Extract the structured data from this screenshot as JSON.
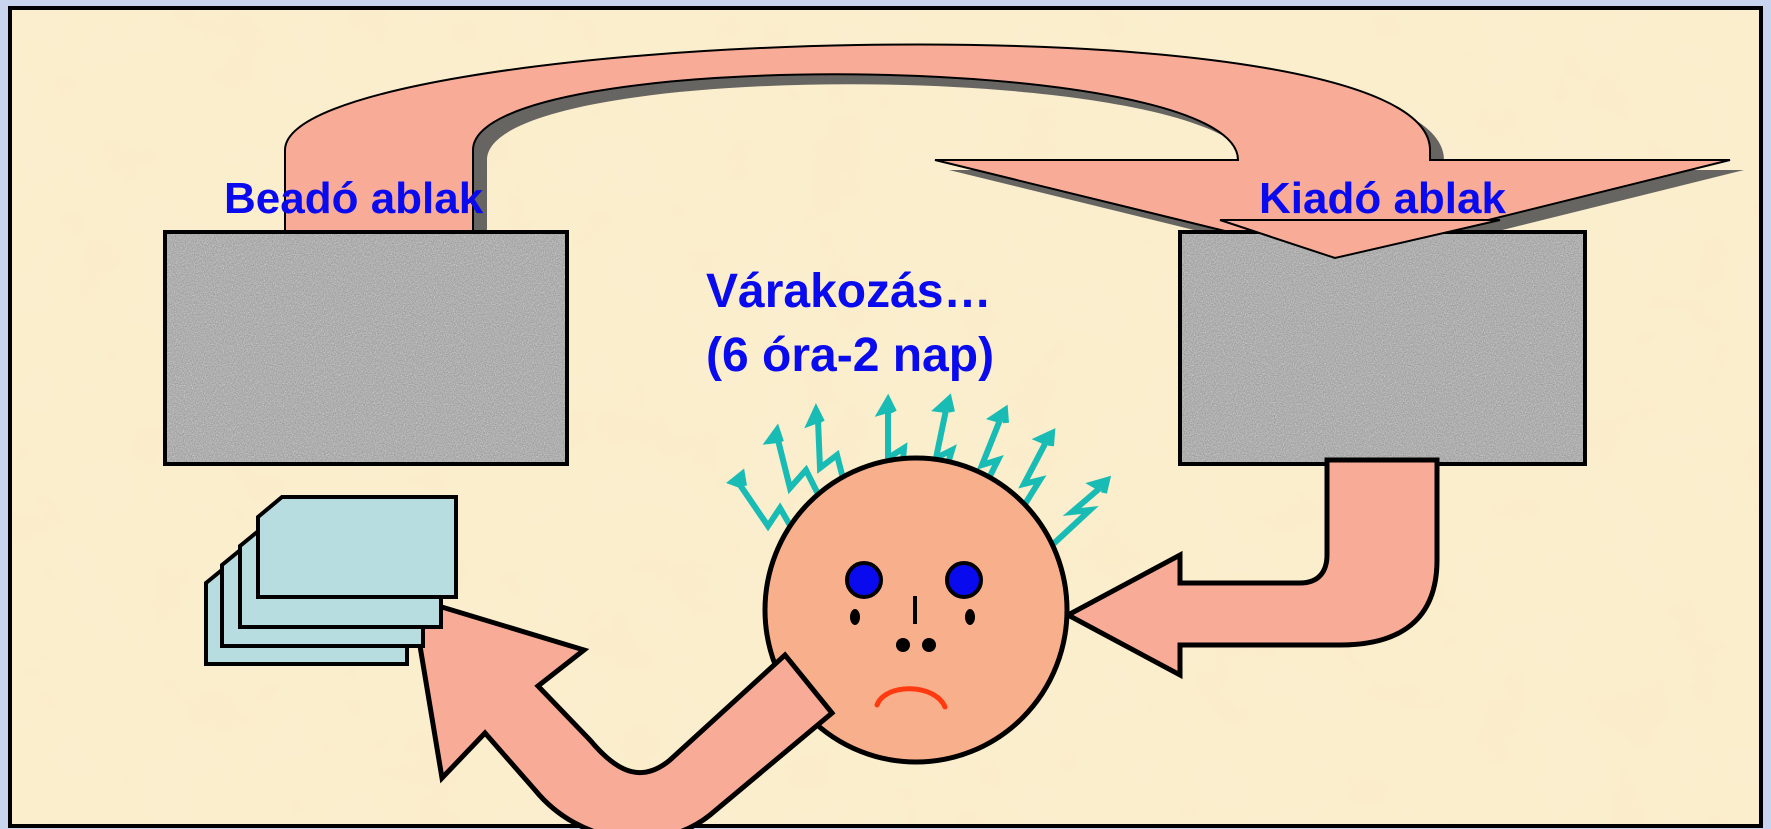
{
  "labels": {
    "submit_window": "Beadó ablak",
    "pickup_window": "Kiadó ablak",
    "waiting_line1": "Várakozás…",
    "waiting_line2": "(6 óra-2 nap)"
  },
  "colors": {
    "label_text": "#0a0aee",
    "arrow_fill": "#f8ac98",
    "face_fill": "#f8b08c",
    "eye_fill": "#0a0aee",
    "mouth": "#ff3a10",
    "stress_marks": "#18bcb4",
    "documents_fill": "#b8dde0",
    "window_fill": "#a0a0a0",
    "background_panel": "#fbefd0",
    "border": "#000000"
  },
  "icons": {
    "face": "stressed-face-icon",
    "documents": "document-stack-icon"
  }
}
